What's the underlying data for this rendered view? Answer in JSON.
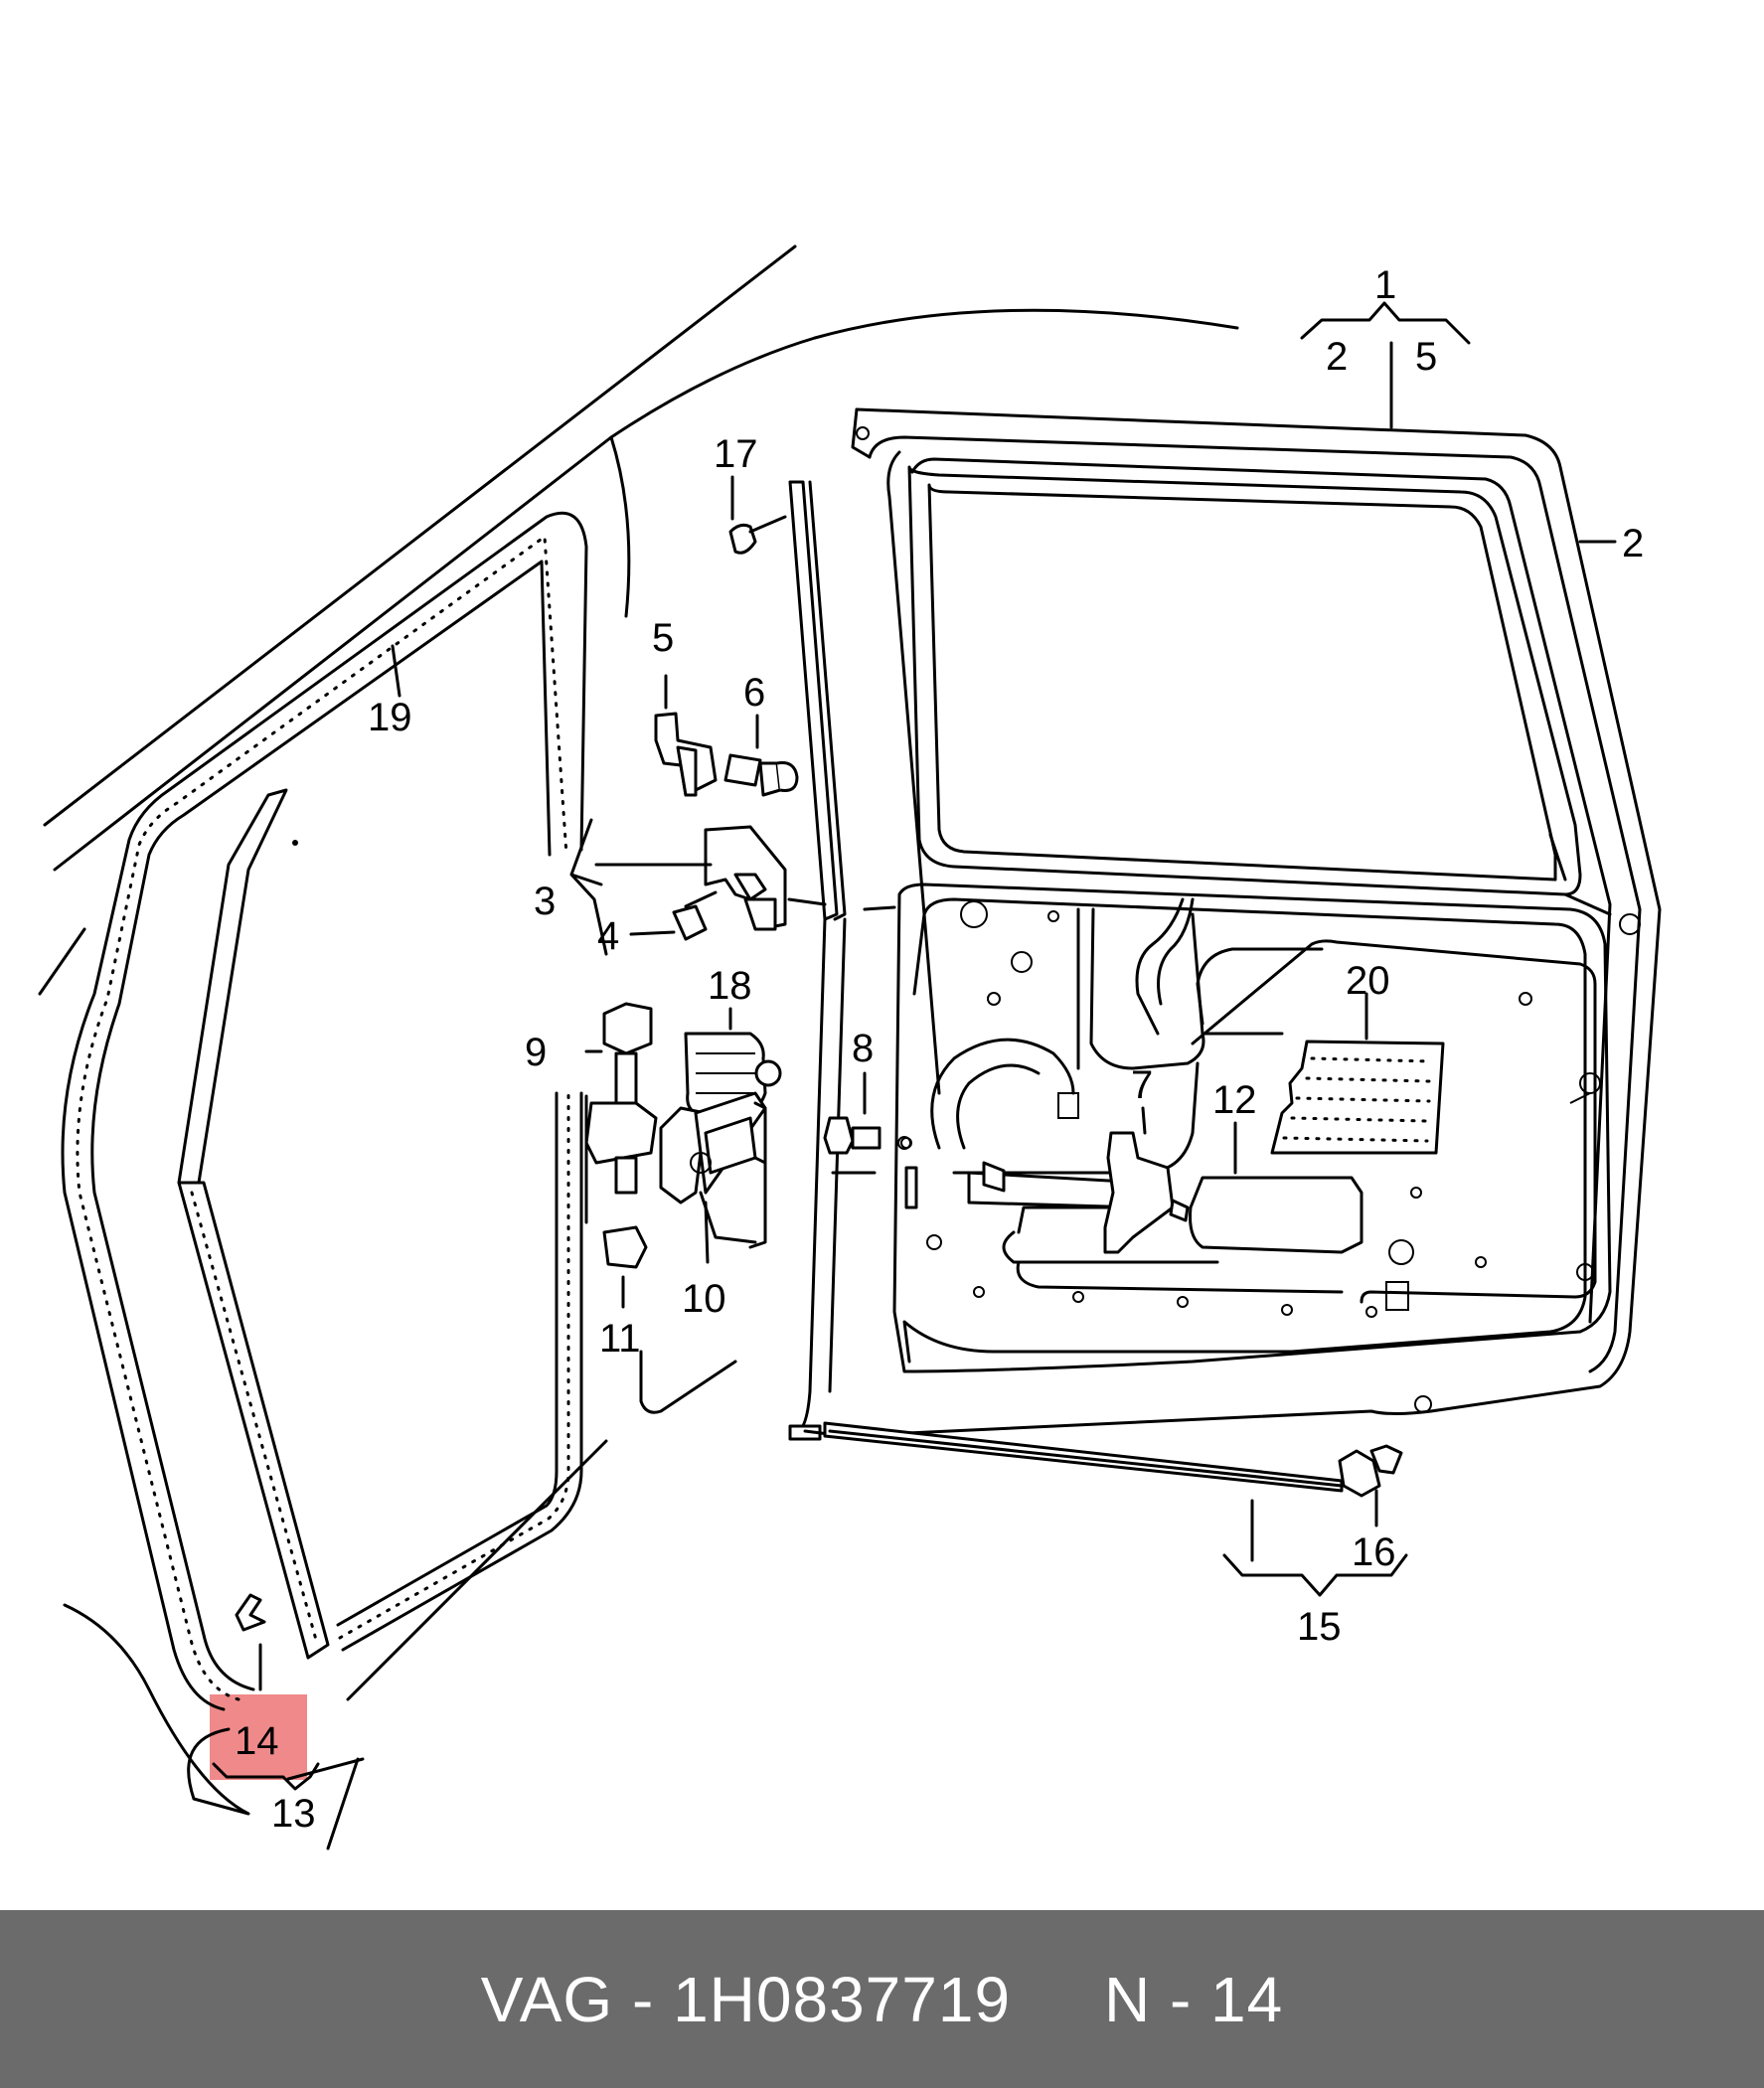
{
  "diagram": {
    "highlight_color": "#f08a8a",
    "labels": {
      "p1": "1",
      "p2a": "2",
      "p5a": "5",
      "p2b": "2",
      "p3": "3",
      "p4": "4",
      "p5": "5",
      "p6": "6",
      "p7": "7",
      "p8": "8",
      "p9": "9",
      "p10": "10",
      "p11": "11",
      "p12": "12",
      "p13": "13",
      "p14": "14",
      "p15": "15",
      "p16": "16",
      "p17": "17",
      "p18": "18",
      "p19": "19",
      "p20": "20"
    }
  },
  "footer": {
    "text": "VAG - 1H0837719     N - 14",
    "background": "#6b6b6b"
  }
}
